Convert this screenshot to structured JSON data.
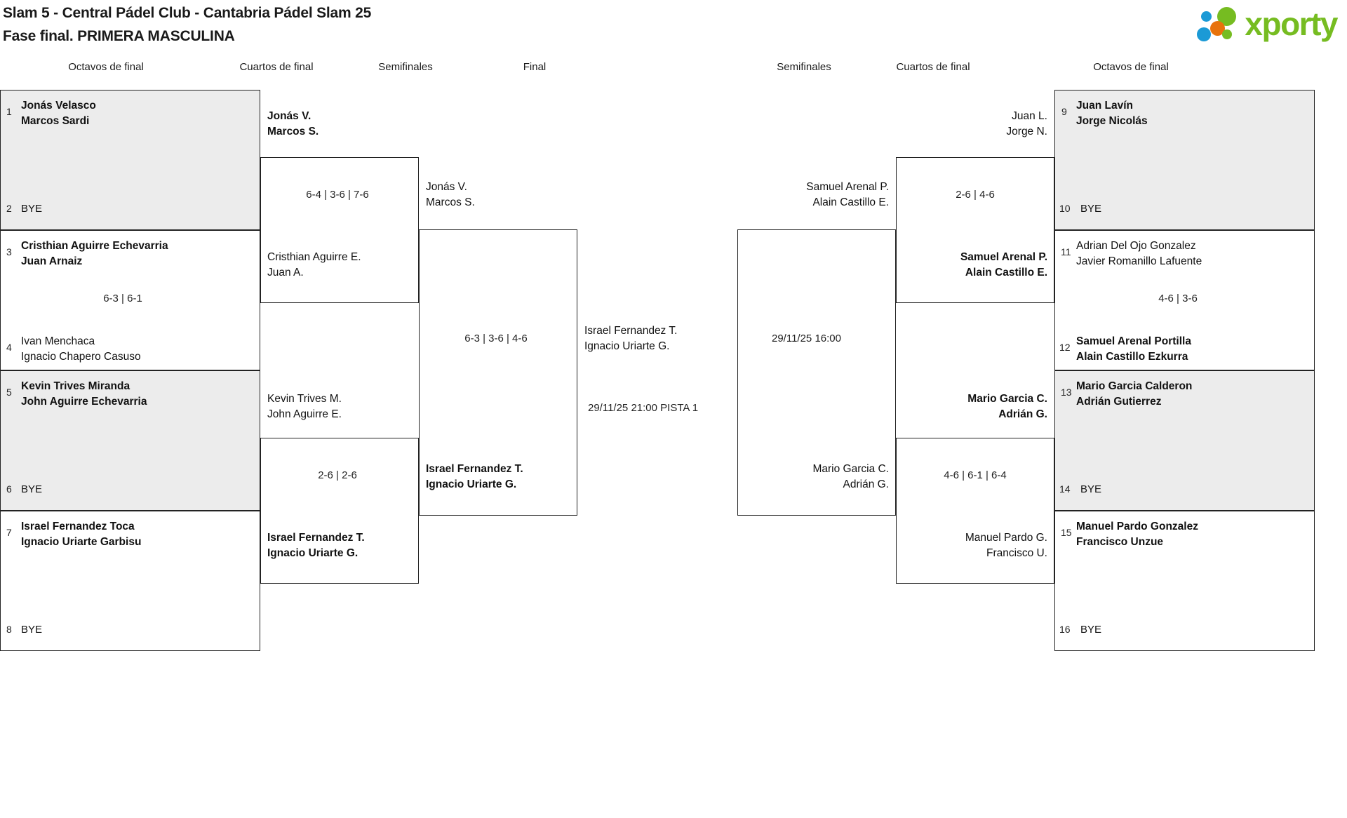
{
  "header": {
    "title_line1": "Slam 5 - Central Pádel Club - Cantabria Pádel Slam 25",
    "title_line2": "Fase final. PRIMERA MASCULINA",
    "logo_text": "xporty",
    "logo_colors": {
      "green": "#76bc21",
      "blue": "#1b9ad6",
      "orange": "#e8730b"
    }
  },
  "round_headers": {
    "left_r16": "Octavos de final",
    "left_qf": "Cuartos de final",
    "left_sf": "Semifinales",
    "final": "Final",
    "right_sf": "Semifinales",
    "right_qf": "Cuartos de final",
    "right_r16": "Octavos de final"
  },
  "left": {
    "r16": [
      {
        "seed": "1",
        "line1": "Jonás Velasco",
        "line2": "Marcos Sardi",
        "winner": true,
        "bye": false
      },
      {
        "seed": "2",
        "line1": "BYE",
        "line2": "",
        "winner": false,
        "bye": true
      },
      {
        "seed": "3",
        "line1": "Cristhian Aguirre Echevarria",
        "line2": "Juan Arnaiz",
        "winner": true,
        "bye": false
      },
      {
        "seed": "4",
        "line1": "Ivan Menchaca",
        "line2": "Ignacio Chapero Casuso",
        "winner": false,
        "bye": false
      },
      {
        "seed": "5",
        "line1": "Kevin Trives Miranda",
        "line2": "John Aguirre Echevarria",
        "winner": true,
        "bye": false
      },
      {
        "seed": "6",
        "line1": "BYE",
        "line2": "",
        "winner": false,
        "bye": true
      },
      {
        "seed": "7",
        "line1": "Israel Fernandez Toca",
        "line2": "Ignacio Uriarte Garbisu",
        "winner": true,
        "bye": false
      },
      {
        "seed": "8",
        "line1": "BYE",
        "line2": "",
        "winner": false,
        "bye": true
      }
    ],
    "r16_scores": {
      "m2": "6-3 | 6-1"
    },
    "qf": [
      {
        "line1": "Jonás V.",
        "line2": "Marcos S.",
        "winner": true
      },
      {
        "line1": "Cristhian Aguirre E.",
        "line2": "Juan A.",
        "winner": false
      },
      {
        "line1": "Kevin Trives M.",
        "line2": "John Aguirre E.",
        "winner": false
      },
      {
        "line1": "Israel Fernandez T.",
        "line2": "Ignacio Uriarte G.",
        "winner": true
      }
    ],
    "qf_scores": {
      "m1": "6-4 | 3-6 | 7-6",
      "m2": "2-6 | 2-6"
    },
    "sf": [
      {
        "line1": "Jonás V.",
        "line2": "Marcos S.",
        "winner": false
      },
      {
        "line1": "Israel Fernandez T.",
        "line2": "Ignacio Uriarte G.",
        "winner": true
      }
    ],
    "sf_score": "6-3 | 3-6 | 4-6"
  },
  "final": {
    "line1": "Israel Fernandez T.",
    "line2": "Ignacio Uriarte G.",
    "schedule": "29/11/25 21:00 PISTA 1"
  },
  "right": {
    "r16": [
      {
        "seed": "9",
        "line1": "Juan Lavín",
        "line2": "Jorge Nicolás",
        "winner": true,
        "bye": false
      },
      {
        "seed": "10",
        "line1": "BYE",
        "line2": "",
        "winner": false,
        "bye": true
      },
      {
        "seed": "11",
        "line1": "Adrian Del Ojo Gonzalez",
        "line2": "Javier Romanillo Lafuente",
        "winner": false,
        "bye": false
      },
      {
        "seed": "12",
        "line1": "Samuel Arenal Portilla",
        "line2": "Alain Castillo Ezkurra",
        "winner": true,
        "bye": false
      },
      {
        "seed": "13",
        "line1": "Mario Garcia Calderon",
        "line2": "Adrián Gutierrez",
        "winner": true,
        "bye": false
      },
      {
        "seed": "14",
        "line1": "BYE",
        "line2": "",
        "winner": false,
        "bye": true
      },
      {
        "seed": "15",
        "line1": "Manuel Pardo Gonzalez",
        "line2": "Francisco Unzue",
        "winner": true,
        "bye": false
      },
      {
        "seed": "16",
        "line1": "BYE",
        "line2": "",
        "winner": false,
        "bye": true
      }
    ],
    "r16_scores": {
      "m2": "4-6 | 3-6"
    },
    "qf": [
      {
        "line1": "Juan L.",
        "line2": "Jorge N.",
        "winner": false
      },
      {
        "line1": "Samuel Arenal P.",
        "line2": "Alain Castillo E.",
        "winner": true
      },
      {
        "line1": "Mario Garcia C.",
        "line2": "Adrián G.",
        "winner": true
      },
      {
        "line1": "Manuel Pardo G.",
        "line2": "Francisco U.",
        "winner": false
      }
    ],
    "qf_scores": {
      "m1": "2-6 | 4-6",
      "m2": "4-6 | 6-1 | 6-4"
    },
    "sf": [
      {
        "line1": "Samuel Arenal P.",
        "line2": "Alain Castillo E.",
        "winner": false
      },
      {
        "line1": "Mario Garcia C.",
        "line2": "Adrián G.",
        "winner": false
      }
    ],
    "sf_schedule": "29/11/25 16:00"
  }
}
